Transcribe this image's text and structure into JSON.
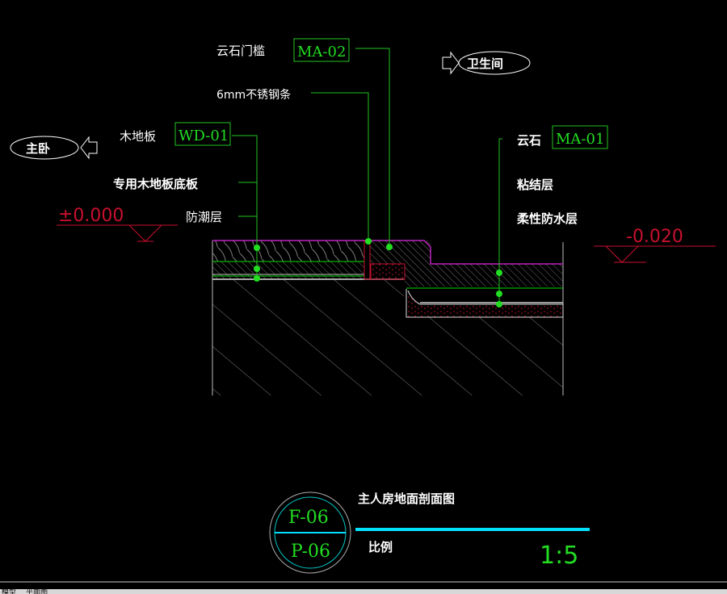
{
  "labels": {
    "door_sill": "云石门槛",
    "door_sill_code": "MA-02",
    "steel_strip": "6mm不锈钢条",
    "bathroom": "卫生间",
    "bedroom": "主卧",
    "wood_floor": "木地板",
    "wood_floor_code": "WD-01",
    "wood_base": "专用木地板底板",
    "moisture_layer": "防潮层",
    "stone": "云石",
    "stone_code": "MA-01",
    "bond_layer": "粘结层",
    "waterproof_layer": "柔性防水层",
    "level_left": "±0.000",
    "level_right": "-0.020"
  },
  "title_block": {
    "drawing_no": "F-06",
    "page_no": "P-06",
    "title": "主人房地面剖面图",
    "scale_label": "比例",
    "scale": "1:5"
  },
  "tabs": [
    "模型",
    "平面图"
  ],
  "colors": {
    "green": "#00ff00",
    "lead": "#22c422",
    "red": "#c8102e",
    "magenta": "#c020c0",
    "cyan": "#00e0ff",
    "grey": "#bbbbbb"
  }
}
